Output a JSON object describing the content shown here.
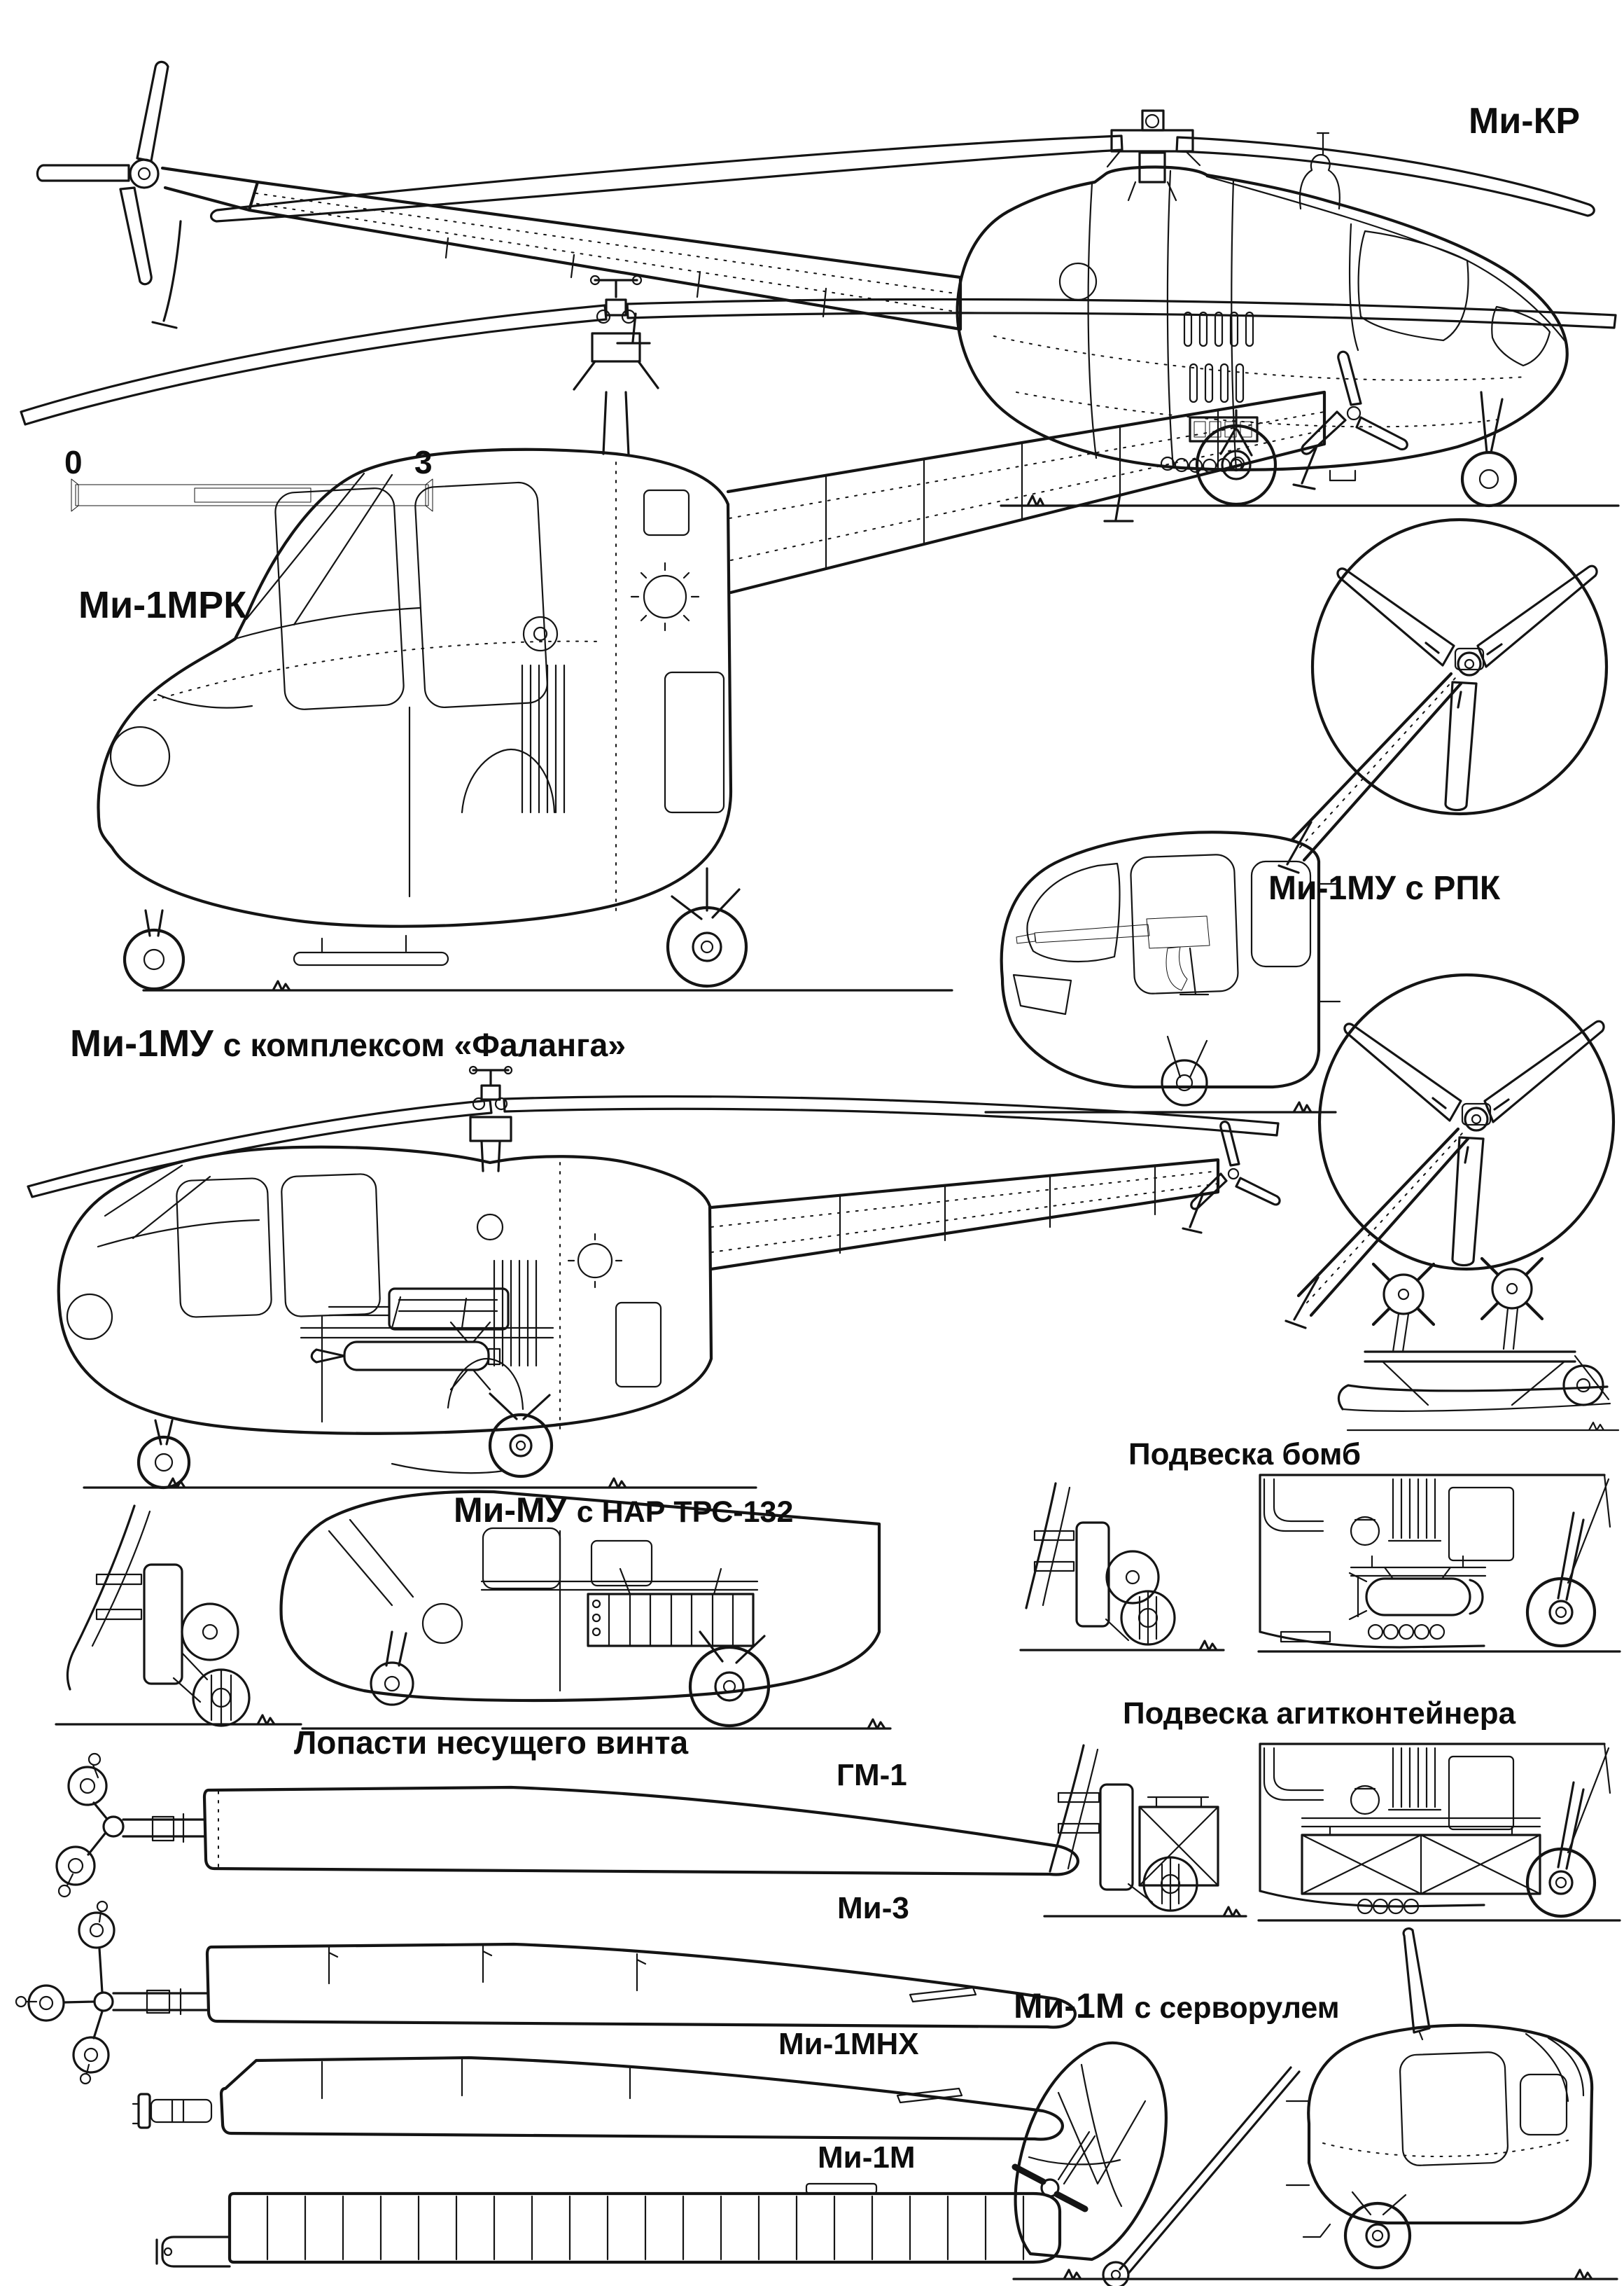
{
  "palette": {
    "paper": "#ffffff",
    "ink": "#141414"
  },
  "scale_bar": {
    "start": "0",
    "end": "3"
  },
  "sections": {
    "mi_kr": {
      "label": "Ми-КР"
    },
    "mi_1mrk": {
      "label": "Ми-1МРК"
    },
    "mi_1mu_rpk": {
      "label": "Ми-1МУ с РПК"
    },
    "mi_1mu_falanga": {
      "name": "Ми-1МУ",
      "suffix": "с комплексом «Фаланга»"
    },
    "podveska_bomb": {
      "label": "Подвеска бомб"
    },
    "mi_mu_nar": {
      "name": "Ми-МУ",
      "suffix": "с НАР ТРС-132"
    },
    "podveska_agit": {
      "label": "Подвеска агитконтейнера"
    },
    "rotor_blades": {
      "title": "Лопасти несущего винта",
      "items": [
        {
          "label": "ГМ-1"
        },
        {
          "label": "Ми-3"
        },
        {
          "label": "Ми-1МНХ"
        },
        {
          "label": "Ми-1М"
        }
      ]
    },
    "mi_1m_servo": {
      "name": "Ми-1М",
      "suffix": "с серворулем"
    }
  }
}
